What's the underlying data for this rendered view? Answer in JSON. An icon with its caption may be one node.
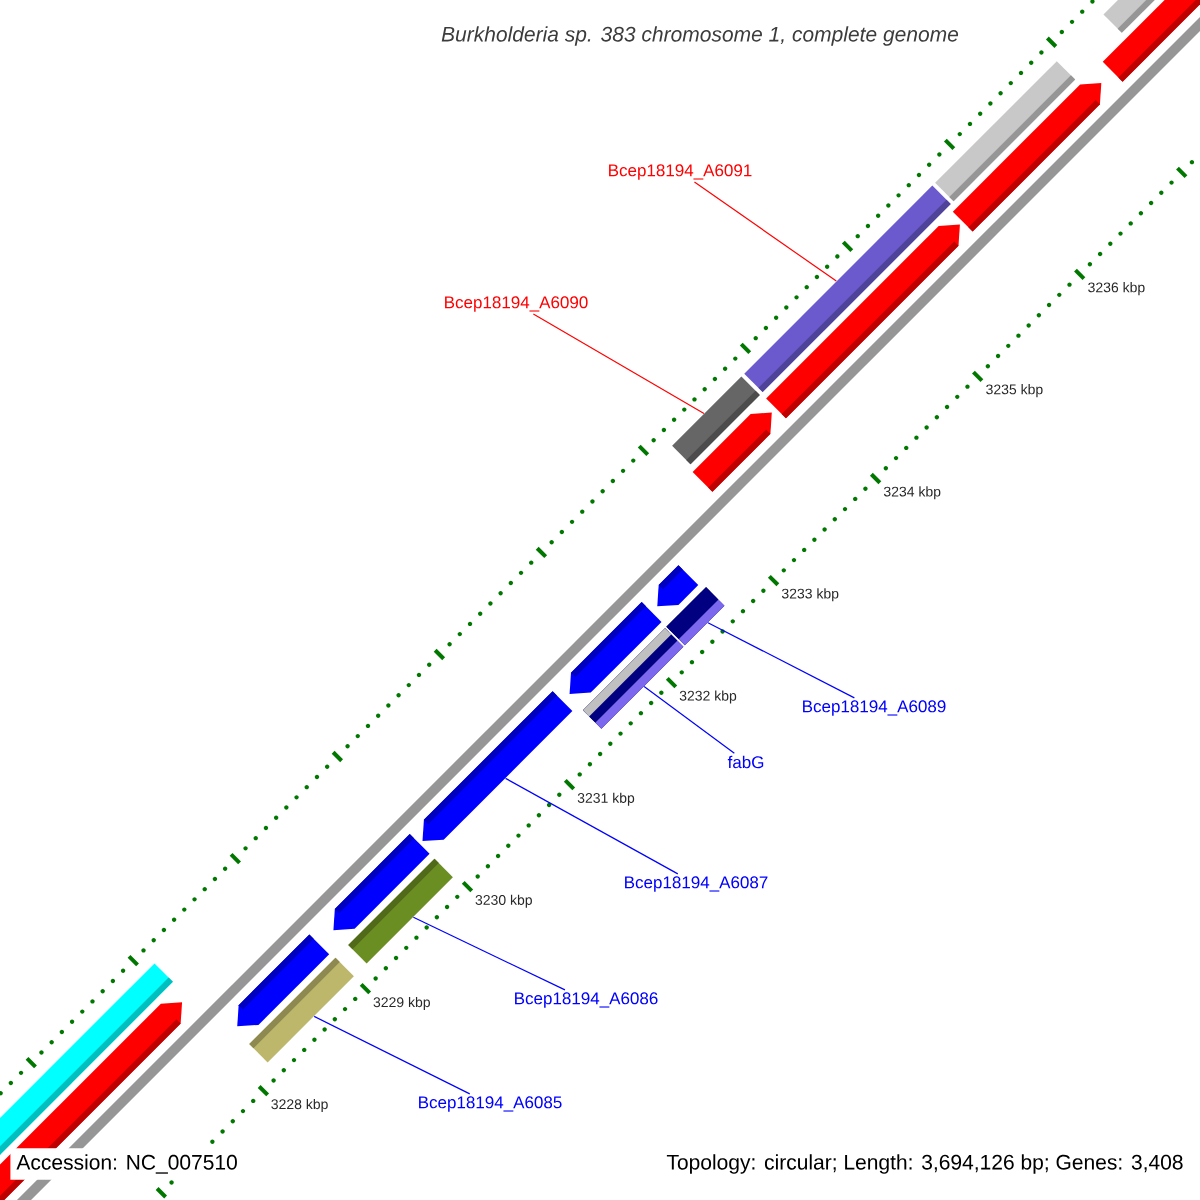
{
  "diagram": {
    "title": "Burkholderia sp. 383 chromosome 1, complete genome",
    "nodes": [
      {
        "text": [
          "Bcep18194_A6091"
        ]
      },
      {
        "text": [
          "Bcep18194_A6090"
        ]
      },
      {
        "text": [
          "Bcep18194_A6089"
        ]
      },
      {
        "text": [
          "fabG"
        ]
      },
      {
        "text": [
          "Bcep18194_A6087"
        ]
      },
      {
        "text": [
          "Bcep18194_A6086"
        ]
      },
      {
        "text": [
          "Bcep18194_A6085"
        ]
      },
      {
        "text": [],
        "shape": "bar"
      },
      {
        "text": [],
        "shape": "bar"
      },
      {
        "text": [],
        "shape": "bar"
      },
      {
        "text": [],
        "shape": "bar"
      },
      {
        "text": [],
        "shape": "bar"
      },
      {
        "text": [],
        "shape": "bar"
      },
      {
        "text": [],
        "shape": "bar"
      }
    ],
    "edges": [
      {
        "from": 0,
        "to": 7,
        "arrow": "none",
        "color": "#ff0000"
      },
      {
        "from": 1,
        "to": 8,
        "arrow": "none",
        "color": "#ff0000"
      },
      {
        "from": 2,
        "to": 9,
        "arrow": "none"
      },
      {
        "from": 3,
        "to": 10,
        "arrow": "none"
      },
      {
        "from": 4,
        "to": 11,
        "arrow": "none"
      },
      {
        "from": 5,
        "to": 12,
        "arrow": "none"
      },
      {
        "from": 6,
        "to": 13,
        "arrow": "none"
      }
    ],
    "labels": [
      "3236 kbp",
      "3235 kbp",
      "3234 kbp",
      "3233 kbp",
      "3232 kbp",
      "3231 kbp",
      "3230 kbp",
      "3229 kbp",
      "3228 kbp",
      "Accession: NC_007510",
      "Topology: circular; Length: 3,694,126 bp; Genes: 3,408"
    ]
  }
}
